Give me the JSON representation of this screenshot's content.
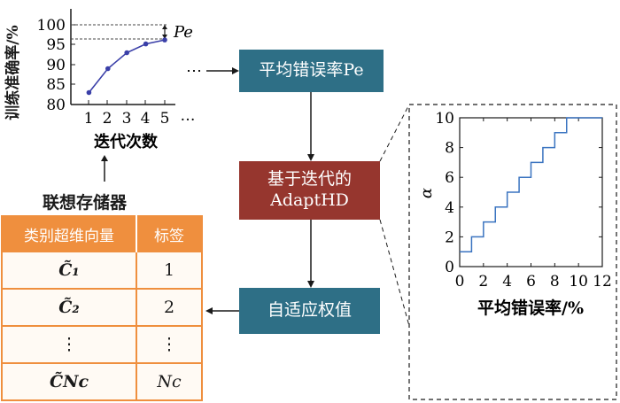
{
  "acc_chart": {
    "ylabel": "训练准确率/%",
    "xlabel": "迭代次数",
    "y_ticks": [
      "80",
      "85",
      "90",
      "95",
      "100"
    ],
    "x_ticks": [
      "1",
      "2",
      "3",
      "4",
      "5"
    ],
    "x_more": "…",
    "pe_label": "Pe",
    "chart_data": {
      "type": "line",
      "x": [
        1,
        2,
        3,
        4,
        5
      ],
      "values": [
        83,
        89,
        93,
        95.2,
        96.2
      ],
      "xlim": [
        0,
        6
      ],
      "ylim": [
        80,
        100
      ],
      "color": "#3a3fa8"
    }
  },
  "assoc_memory": {
    "title": "联想存储器",
    "headers": [
      "类别超维向量",
      "标签"
    ],
    "rows": [
      {
        "vec": "C̃₁",
        "label": "1"
      },
      {
        "vec": "C̃₂",
        "label": "2"
      },
      {
        "vec": "⋮",
        "label": "⋮"
      },
      {
        "vec": "C̃Nc",
        "label": "Nc"
      }
    ],
    "header_color": "#ef8f3e"
  },
  "flow": {
    "ellipsis": "⋯",
    "avg_error_box": "平均错误率Pe",
    "adapt_box_line1": "基于迭代的",
    "adapt_box_line2": "AdaptHD",
    "weight_box": "自适应权值",
    "teal": "#2e6f86",
    "red": "#96362e"
  },
  "alpha_chart": {
    "ylabel": "α",
    "xlabel": "平均错误率/%",
    "x_ticks": [
      "0",
      "2",
      "4",
      "6",
      "8",
      "10",
      "12"
    ],
    "y_ticks": [
      "0",
      "2",
      "4",
      "6",
      "8",
      "10"
    ],
    "chart_data": {
      "type": "line",
      "step": true,
      "x": [
        0,
        1,
        2,
        3,
        4,
        5,
        6,
        7,
        8,
        9,
        12
      ],
      "values": [
        1,
        2,
        3,
        4,
        5,
        6,
        7,
        8,
        9,
        10,
        10
      ],
      "xlim": [
        0,
        12
      ],
      "ylim": [
        0,
        10
      ],
      "color": "#3a73c0"
    }
  }
}
